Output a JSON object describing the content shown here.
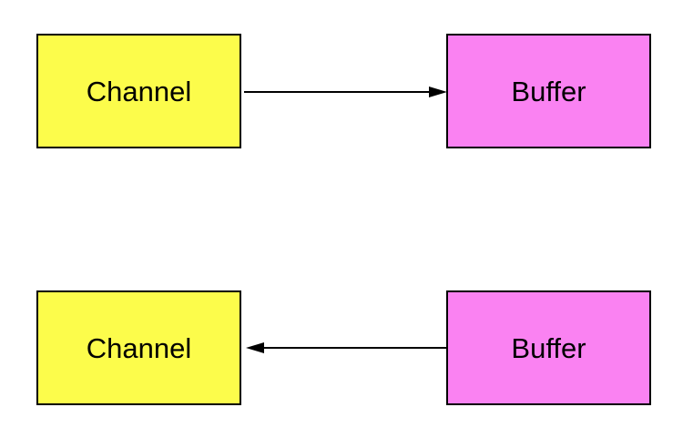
{
  "diagram": {
    "colors": {
      "background": "#FFFFFF",
      "channel_fill": "#FCFC4B",
      "buffer_fill": "#FA82F2",
      "border": "#000000",
      "arrow": "#000000",
      "text": "#000000"
    },
    "rows": [
      {
        "channel_label": "Channel",
        "buffer_label": "Buffer",
        "arrow_direction": "channel-to-buffer"
      },
      {
        "channel_label": "Channel",
        "buffer_label": "Buffer",
        "arrow_direction": "buffer-to-channel"
      }
    ]
  }
}
